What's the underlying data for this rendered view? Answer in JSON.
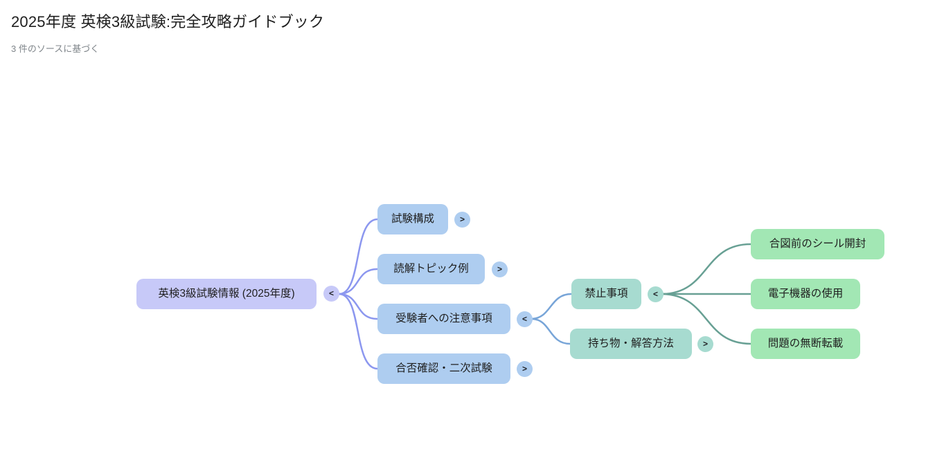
{
  "header": {
    "title": "2025年度 英検3級試験:完全攻略ガイドブック",
    "subtitle": "3 件のソースに基づく"
  },
  "mindmap": {
    "colors": {
      "node_root": "#c7c9f8",
      "node_level1": "#aecdf0",
      "node_level2": "#a7dbd0",
      "node_level3": "#a2e7b4",
      "edge_root": "#8c97ef",
      "edge_notes": "#78a5d8",
      "edge_prohibited": "#68a094",
      "text": "#1f1f1f"
    },
    "nodes": {
      "root": {
        "label": "英検3級試験情報 (2025年度)",
        "toggle": "<"
      },
      "exam_structure": {
        "label": "試験構成",
        "toggle": ">"
      },
      "reading_topics": {
        "label": "読解トピック例",
        "toggle": ">"
      },
      "examinee_notes": {
        "label": "受験者への注意事項",
        "toggle": "<"
      },
      "results_second": {
        "label": "合否確認・二次試験",
        "toggle": ">"
      },
      "prohibited": {
        "label": "禁止事項",
        "toggle": "<"
      },
      "belongings": {
        "label": "持ち物・解答方法",
        "toggle": ">"
      },
      "seal_opening": {
        "label": "合図前のシール開封"
      },
      "electronics": {
        "label": "電子機器の使用"
      },
      "reprint": {
        "label": "問題の無断転載"
      }
    }
  }
}
